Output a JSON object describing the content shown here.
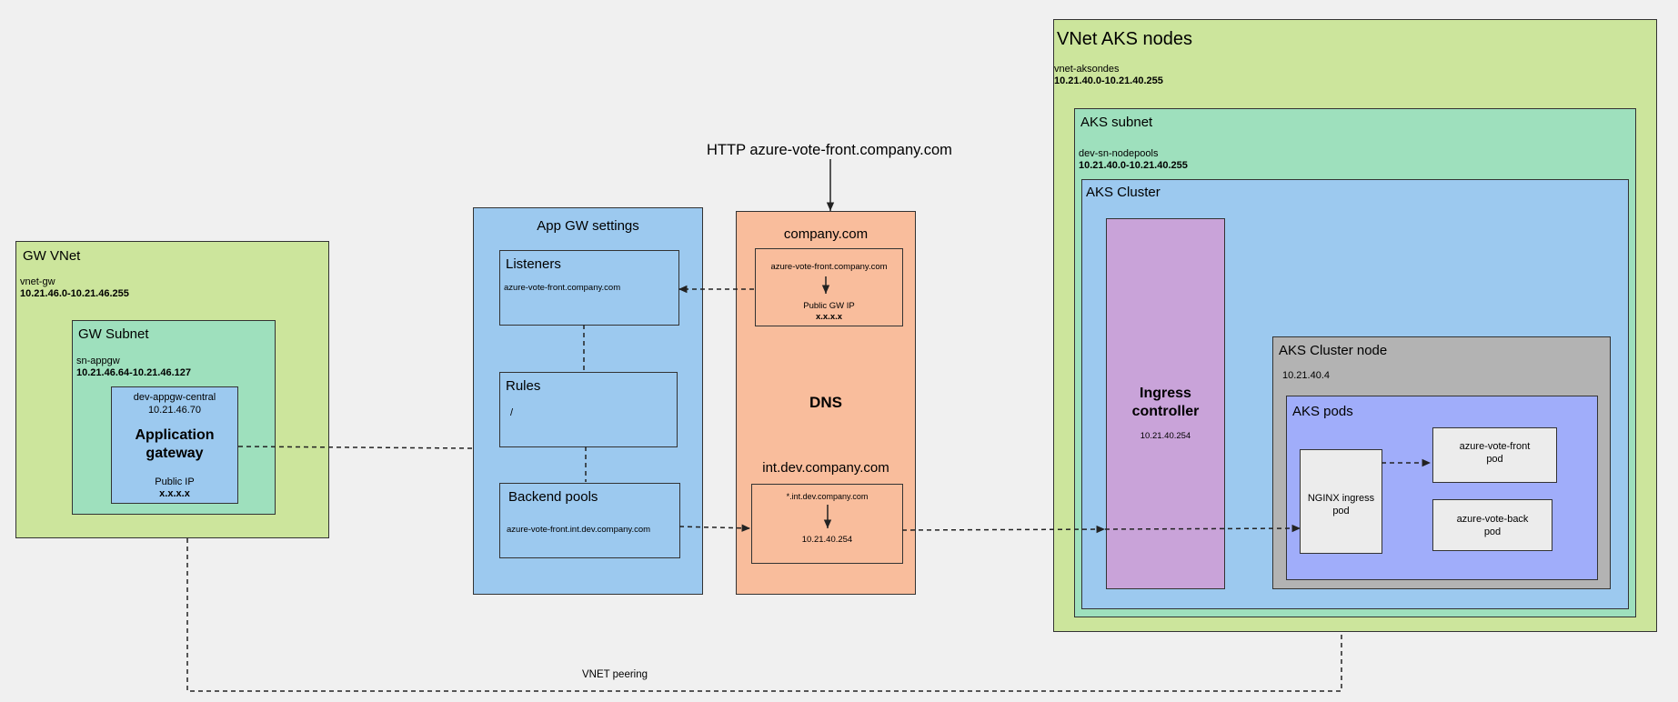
{
  "top_label": "HTTP azure-vote-front.company.com",
  "gw_vnet": {
    "title": "GW VNet",
    "name": "vnet-gw",
    "range": "10.21.46.0-10.21.46.255",
    "subnet": {
      "title": "GW Subnet",
      "name": "sn-appgw",
      "range": "10.21.46.64-10.21.46.127",
      "appgw": {
        "name": "dev-appgw-central",
        "ip": "10.21.46.70",
        "title_line1": "Application",
        "title_line2": "gateway",
        "public_label": "Public IP",
        "public_value": "x.x.x.x"
      }
    }
  },
  "appgw_settings": {
    "title": "App GW settings",
    "listeners": {
      "title": "Listeners",
      "value": "azure-vote-front.company.com"
    },
    "rules": {
      "title": "Rules",
      "value": "/"
    },
    "backend": {
      "title": "Backend pools",
      "value": "azure-vote-front.int.dev.company.com"
    }
  },
  "dns": {
    "label": "DNS",
    "zone1": {
      "title": "company.com",
      "record": "azure-vote-front.company.com",
      "target_label": "Public GW IP",
      "target_value": "x.x.x.x"
    },
    "zone2": {
      "title": "int.dev.company.com",
      "record": "*.int.dev.company.com",
      "target_value": "10.21.40.254"
    }
  },
  "aks_vnet": {
    "title": "VNet AKS nodes",
    "name": "vnet-aksondes",
    "range": "10.21.40.0-10.21.40.255",
    "subnet": {
      "title": "AKS subnet",
      "name": "dev-sn-nodepools",
      "range": "10.21.40.0-10.21.40.255",
      "cluster": {
        "title": "AKS Cluster",
        "ingress": {
          "line1": "Ingress",
          "line2": "controller",
          "ip": "10.21.40.254"
        },
        "node": {
          "title": "AKS Cluster node",
          "ip": "10.21.40.4",
          "pods": {
            "title": "AKS pods",
            "nginx": {
              "line1": "NGINX ingress",
              "line2": "pod"
            },
            "front": {
              "line1": "azure-vote-front",
              "line2": "pod"
            },
            "back": {
              "line1": "azure-vote-back",
              "line2": "pod"
            }
          }
        }
      }
    }
  },
  "peering_label": "VNET peering",
  "colors": {
    "vnet": "#cce59c",
    "subnet": "#9ee0bd",
    "settings": "#9cc9ef",
    "dns": "#f9bd9c",
    "ingress": "#c9a3d9",
    "node": "#b3b3b3",
    "pods": "#a0adfa",
    "pod": "#ececec"
  }
}
